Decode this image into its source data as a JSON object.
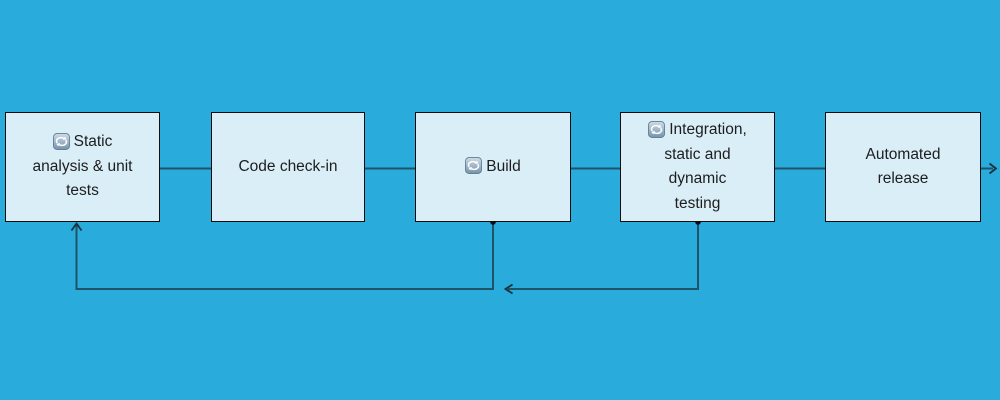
{
  "diagram": {
    "type": "flowchart",
    "orientation": "left-to-right",
    "nodes": [
      {
        "id": "static-analysis-unit-tests",
        "label": "Static analysis & unit tests",
        "lines": [
          "Static",
          "analysis & unit",
          "tests"
        ],
        "icon": "counterclockwise-arrows-icon"
      },
      {
        "id": "code-check-in",
        "label": "Code check-in",
        "lines": [
          "Code check-in"
        ],
        "icon": null
      },
      {
        "id": "build",
        "label": "Build",
        "lines": [
          "Build"
        ],
        "icon": "counterclockwise-arrows-icon"
      },
      {
        "id": "integration-static-dynamic-testing",
        "label": "Integration, static and dynamic testing",
        "lines": [
          "Integration,",
          "static and",
          "dynamic",
          "testing"
        ],
        "icon": "counterclockwise-arrows-icon"
      },
      {
        "id": "automated-release",
        "label": "Automated release",
        "lines": [
          "Automated",
          "release"
        ],
        "icon": null
      }
    ],
    "edges": [
      {
        "from": "static-analysis-unit-tests",
        "to": "code-check-in",
        "style": "plain-line"
      },
      {
        "from": "code-check-in",
        "to": "build",
        "style": "plain-line"
      },
      {
        "from": "build",
        "to": "integration-static-dynamic-testing",
        "style": "plain-line"
      },
      {
        "from": "integration-static-dynamic-testing",
        "to": "automated-release",
        "style": "plain-line"
      },
      {
        "from": "automated-release",
        "to": "offscreen-right",
        "style": "arrow"
      },
      {
        "from": "build-bottom",
        "to": "static-analysis-unit-tests-bottom",
        "style": "feedback-arrow"
      },
      {
        "from": "integration-static-dynamic-testing-bottom",
        "to": "build-feedback-line",
        "style": "feedback-arrow"
      }
    ],
    "colors": {
      "background": "#29abdc",
      "node_fill": "#daeef8",
      "node_border": "#0c0c0c",
      "edge": "#1d5468",
      "arrowhead": "#17313d",
      "dot": "#0d0d0d",
      "text": "#1d1d1d"
    }
  }
}
